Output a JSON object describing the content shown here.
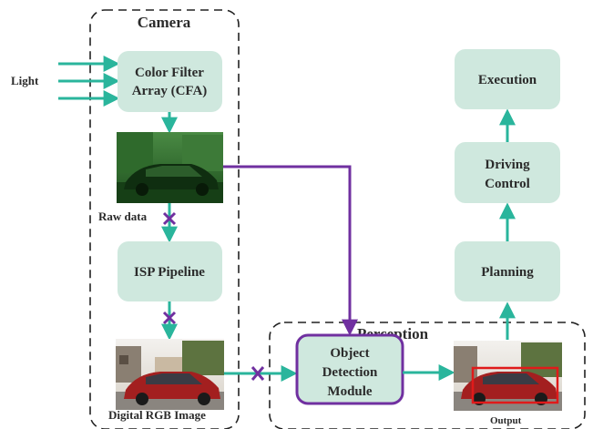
{
  "camera": {
    "title": "Camera"
  },
  "inputs": {
    "light_label": "Light"
  },
  "nodes": {
    "cfa": {
      "line1": "Color Filter",
      "line2": "Array (CFA)"
    },
    "raw_label": "Raw data",
    "isp": {
      "label": "ISP Pipeline"
    },
    "rgb_label": "Digital RGB Image",
    "execution": {
      "label": "Execution"
    },
    "driving": {
      "line1": "Driving",
      "line2": "Control"
    },
    "planning": {
      "label": "Planning"
    }
  },
  "perception": {
    "title": "Perception",
    "module": {
      "line1": "Object",
      "line2": "Detection",
      "line3": "Module"
    },
    "output_label": "Output"
  },
  "colors": {
    "box_fill": "#cfe8de",
    "arrow_teal": "#2ab59c",
    "arrow_purple": "#7030a0",
    "module_border": "#7030a0",
    "bbox_red": "#e01a1a",
    "raw_tint": "#1e5a1e"
  }
}
